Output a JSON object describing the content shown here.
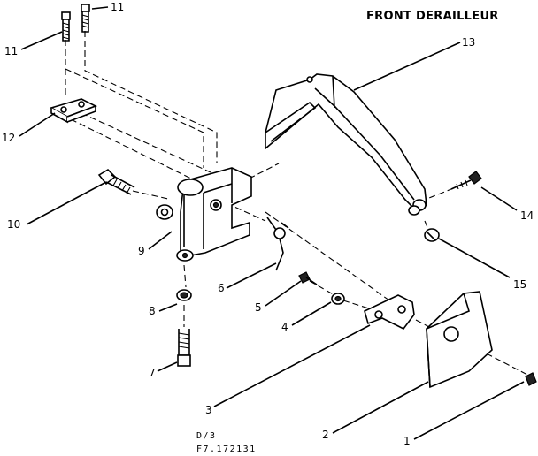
{
  "title": "FRONT DERAILLEUR",
  "code_lines": [
    "D/3",
    "F7.172131"
  ],
  "callouts": [
    {
      "id": "p1",
      "label": "1"
    },
    {
      "id": "p2",
      "label": "2"
    },
    {
      "id": "p3",
      "label": "3"
    },
    {
      "id": "p4",
      "label": "4"
    },
    {
      "id": "p5",
      "label": "5"
    },
    {
      "id": "p6",
      "label": "6"
    },
    {
      "id": "p7",
      "label": "7"
    },
    {
      "id": "p8",
      "label": "8"
    },
    {
      "id": "p9",
      "label": "9"
    },
    {
      "id": "p10",
      "label": "10"
    },
    {
      "id": "p11a",
      "label": "11"
    },
    {
      "id": "p11b",
      "label": "11"
    },
    {
      "id": "p12",
      "label": "12"
    },
    {
      "id": "p13",
      "label": "13"
    },
    {
      "id": "p14",
      "label": "14"
    },
    {
      "id": "p15",
      "label": "15"
    }
  ]
}
